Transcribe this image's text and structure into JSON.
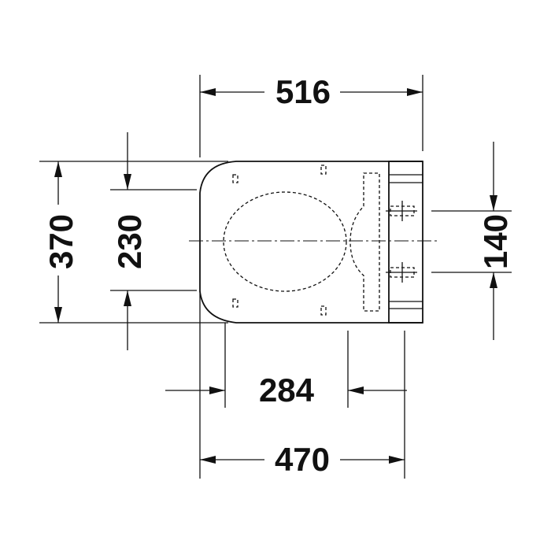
{
  "dimensions": {
    "overall_length": "516",
    "overall_width": "370",
    "inner_width": "230",
    "mount_spacing": "140",
    "front_offset": "284",
    "seat_length": "470"
  },
  "colors": {
    "line": "#111111",
    "background": "#ffffff"
  }
}
